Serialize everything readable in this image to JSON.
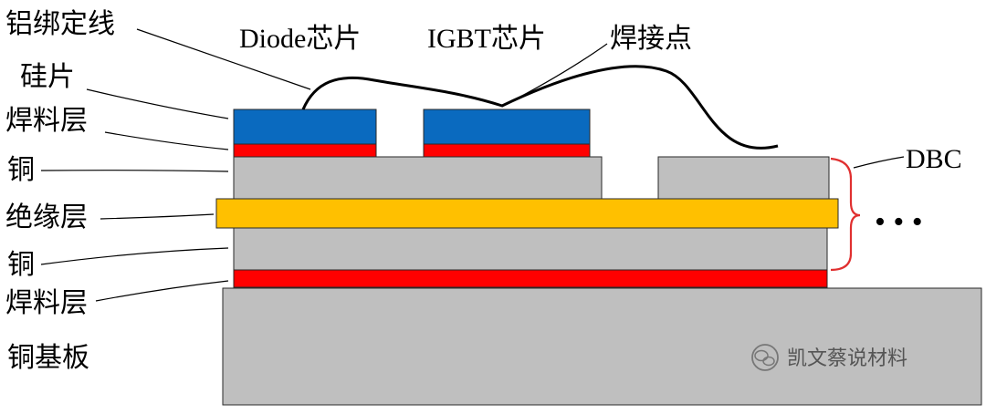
{
  "labels": {
    "wire_bond": "铝绑定线",
    "silicon_chip": "硅片",
    "solder_top": "焊料层",
    "copper_top": "铜",
    "insulation": "绝缘层",
    "copper_bottom": "铜",
    "solder_bottom": "焊料层",
    "baseplate": "铜基板",
    "diode_chip": "Diode芯片",
    "igbt_chip": "IGBT芯片",
    "solder_joint": "焊接点",
    "dbc": "DBC",
    "ellipsis": "• • •"
  },
  "watermark": {
    "text": "凯文蔡说材料",
    "icon": "wechat-icon"
  },
  "colors": {
    "chip": "#0A6ABF",
    "solder": "#FF0000",
    "copper": "#BFBFBF",
    "insulation": "#FFC000",
    "bracket": "#E03030",
    "wire": "#000000"
  }
}
